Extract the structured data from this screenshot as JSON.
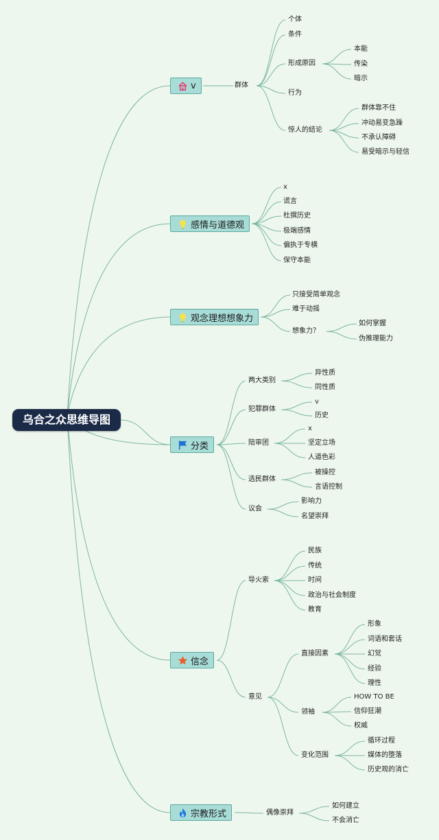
{
  "title": "乌合之众思维导图",
  "colors": {
    "link": "#7bb69f",
    "topic_fill": "#a8dcd6",
    "topic_border": "#5ba79f",
    "root_fill": "#1b2a47",
    "background": "#eef7ee"
  },
  "topics": [
    {
      "label": "v",
      "icon": "house-icon",
      "children": [
        {
          "label": "群体",
          "children": [
            {
              "label": "个体"
            },
            {
              "label": "条件"
            },
            {
              "label": "形成原因",
              "children": [
                {
                  "label": "本能"
                },
                {
                  "label": "传染"
                },
                {
                  "label": "暗示"
                }
              ]
            },
            {
              "label": "行为"
            },
            {
              "label": "惊人的结论",
              "children": [
                {
                  "label": "群体靠不住"
                },
                {
                  "label": "冲动易变急躁"
                },
                {
                  "label": "不承认障碍"
                },
                {
                  "label": "易受暗示与轻信"
                }
              ]
            }
          ]
        }
      ]
    },
    {
      "label": "感情与道德观",
      "icon": "lightbulb-icon",
      "children": [
        {
          "label": "x"
        },
        {
          "label": "谎言"
        },
        {
          "label": "杜撰历史"
        },
        {
          "label": "极端感情"
        },
        {
          "label": "偏执于专横"
        },
        {
          "label": "保守本能"
        }
      ]
    },
    {
      "label": "观念理想想象力",
      "icon": "lightbulb-icon",
      "children": [
        {
          "label": "只接受简单观念"
        },
        {
          "label": "难于动摇"
        },
        {
          "label": "想象力？",
          "children": [
            {
              "label": "如何掌握"
            },
            {
              "label": "伪推理能力"
            }
          ]
        }
      ]
    },
    {
      "label": "分类",
      "icon": "flag-icon",
      "children": [
        {
          "label": "两大类别",
          "children": [
            {
              "label": "异性质"
            },
            {
              "label": "同性质"
            }
          ]
        },
        {
          "label": "犯罪群体",
          "children": [
            {
              "label": "v"
            },
            {
              "label": "历史"
            }
          ]
        },
        {
          "label": "陪审团",
          "children": [
            {
              "label": "x"
            },
            {
              "label": "坚定立场"
            },
            {
              "label": "人道色彩"
            }
          ]
        },
        {
          "label": "选民群体",
          "children": [
            {
              "label": "被操控"
            },
            {
              "label": "言语控制"
            }
          ]
        },
        {
          "label": "议会",
          "children": [
            {
              "label": "影响力"
            },
            {
              "label": "名望崇拜"
            }
          ]
        }
      ]
    },
    {
      "label": "信念",
      "icon": "star-icon",
      "children": [
        {
          "label": "导火索",
          "children": [
            {
              "label": "民族"
            },
            {
              "label": "传统"
            },
            {
              "label": "时间"
            },
            {
              "label": "政治与社会制度"
            },
            {
              "label": "教育"
            }
          ]
        },
        {
          "label": "意见",
          "children": [
            {
              "label": "直接因素",
              "children": [
                {
                  "label": "形象"
                },
                {
                  "label": "词语和套话"
                },
                {
                  "label": "幻觉"
                },
                {
                  "label": "经验"
                },
                {
                  "label": "理性"
                }
              ]
            },
            {
              "label": "领袖",
              "children": [
                {
                  "label": "HOW TO BE"
                },
                {
                  "label": "信仰狂潮"
                },
                {
                  "label": "权威"
                }
              ]
            },
            {
              "label": "变化范围",
              "children": [
                {
                  "label": "循环过程"
                },
                {
                  "label": "媒体的堕落"
                },
                {
                  "label": "历史观的消亡"
                }
              ]
            }
          ]
        }
      ]
    },
    {
      "label": "宗教形式",
      "icon": "flame-icon",
      "children": [
        {
          "label": "偶像崇拜",
          "children": [
            {
              "label": "如何建立"
            },
            {
              "label": "不会消亡"
            }
          ]
        }
      ]
    }
  ]
}
